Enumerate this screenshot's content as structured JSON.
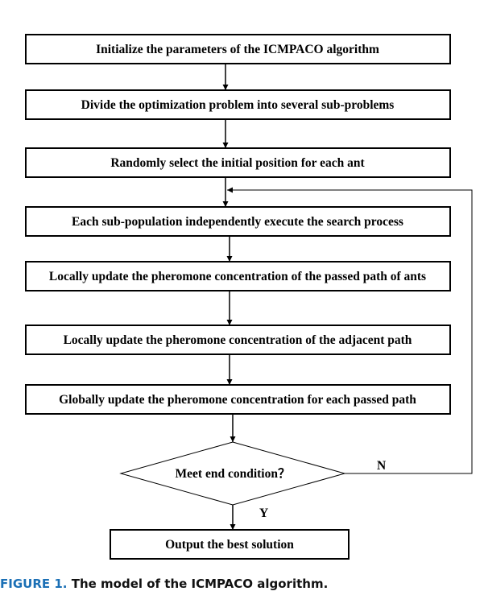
{
  "steps": {
    "s1": "Initialize the parameters of the ICMPACO algorithm",
    "s2": "Divide the optimization problem into several sub-problems",
    "s3": "Randomly select the initial position for each ant",
    "s4": "Each sub-population independently execute the search process",
    "s5": "Locally update the pheromone concentration of the passed path of ants",
    "s6": "Locally update the pheromone concentration of the adjacent path",
    "s7": "Globally update the pheromone concentration for each passed path",
    "decision": "Meet end condition？",
    "output": "Output the best solution"
  },
  "labels": {
    "no": "N",
    "yes": "Y"
  },
  "caption": {
    "label": "FIGURE 1.",
    "text": "The model of the ICMPACO algorithm."
  },
  "colors": {
    "caption_label": "#1a6fb5",
    "stroke": "#000000"
  }
}
